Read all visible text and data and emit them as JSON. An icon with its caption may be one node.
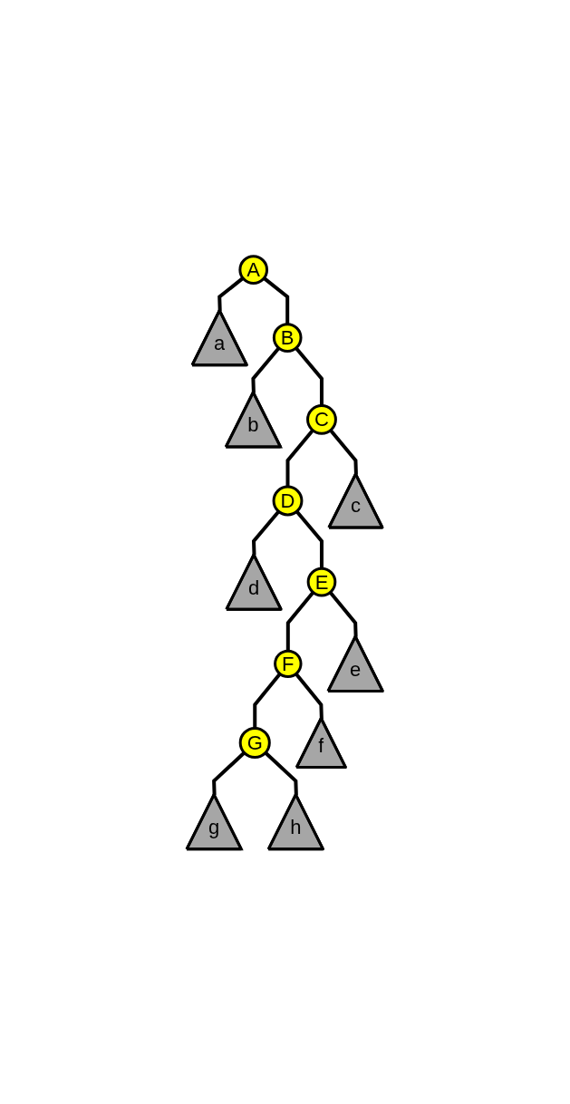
{
  "diagram": {
    "nodes": [
      {
        "text": [
          "A"
        ]
      },
      {
        "text": [
          "a"
        ]
      },
      {
        "text": [
          "B"
        ]
      },
      {
        "text": [
          "b"
        ]
      },
      {
        "text": [
          "C"
        ]
      },
      {
        "text": [
          "D"
        ]
      },
      {
        "text": [
          "c"
        ]
      },
      {
        "text": [
          "d"
        ]
      },
      {
        "text": [
          "E"
        ]
      },
      {
        "text": [
          "F"
        ]
      },
      {
        "text": [
          "e"
        ]
      },
      {
        "text": [
          "G"
        ]
      },
      {
        "text": [
          "f"
        ]
      },
      {
        "text": [
          "g"
        ]
      },
      {
        "text": [
          "h"
        ]
      }
    ],
    "edges": [
      {
        "from": 0,
        "to": 1,
        "arrow": "none"
      },
      {
        "from": 0,
        "to": 2,
        "arrow": "none"
      },
      {
        "from": 2,
        "to": 3,
        "arrow": "none"
      },
      {
        "from": 2,
        "to": 4,
        "arrow": "none"
      },
      {
        "from": 4,
        "to": 5,
        "arrow": "none"
      },
      {
        "from": 4,
        "to": 6,
        "arrow": "none"
      },
      {
        "from": 5,
        "to": 7,
        "arrow": "none"
      },
      {
        "from": 5,
        "to": 8,
        "arrow": "none"
      },
      {
        "from": 8,
        "to": 9,
        "arrow": "none"
      },
      {
        "from": 8,
        "to": 10,
        "arrow": "none"
      },
      {
        "from": 9,
        "to": 11,
        "arrow": "none"
      },
      {
        "from": 9,
        "to": 12,
        "arrow": "none"
      },
      {
        "from": 11,
        "to": 13,
        "arrow": "none"
      },
      {
        "from": 11,
        "to": 14,
        "arrow": "none"
      }
    ]
  }
}
